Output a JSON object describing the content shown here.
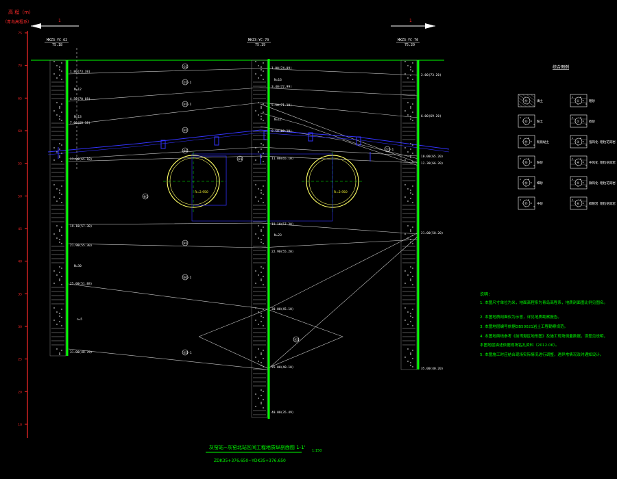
{
  "axis": {
    "title_line1": "高 程（m）",
    "title_line2": "（青岛高程系）",
    "ticks": [
      "75",
      "70",
      "65",
      "60",
      "55",
      "50",
      "45",
      "40",
      "35",
      "30",
      "25",
      "20",
      "10"
    ]
  },
  "section_arrows": [
    "1",
    "1"
  ],
  "boreholes": [
    {
      "name": "MKZ3-YC-62",
      "elev": "75.18",
      "labels": [
        "1.80(73.38)",
        "4.50(70.68)",
        "7.00(68.18)",
        "11.00(65.10)",
        "19.10(57.30)",
        "21.90(55.30)",
        "25.00(51.88)",
        "31.00(48.78)"
      ],
      "notes": [
        "N=12",
        "N=13",
        "N=30",
        "n=5"
      ]
    },
    {
      "name": "MKZ3-YC-70",
      "elev": "75.19",
      "labels": [
        "1.00(74.09)",
        "3.40(72.99)",
        "5.50(71.10)",
        "8.50(68.10)",
        "11.00(65.10)",
        "19.10(57.30)",
        "22.90(55.20)",
        "30.00(45.10)",
        "35.00(40.10)",
        "40.00(35.49)"
      ],
      "notes": [
        "N=16",
        "N=12",
        "N=23"
      ]
    },
    {
      "name": "MKZ3-YC-70",
      "elev": "75.20",
      "labels": [
        "2.00(73.20)",
        "6.00(69.20)",
        "10.00(65.20)",
        "12.30(66.20)",
        "21.00(58.20)",
        "35.00(40.20)"
      ],
      "notes": []
    }
  ],
  "strata": [
    "①1",
    "②1-1",
    "③1-1",
    "⑤1",
    "⑥1",
    "⑥1",
    "⑦1-1",
    "⑧1",
    "⑨1",
    "⑩1-1",
    "⑪1",
    "⑫1-1"
  ],
  "legend": {
    "title": "综合图例",
    "items": [
      {
        "code": "⑫",
        "label": "填土"
      },
      {
        "code": "⑬",
        "label": "粉土"
      },
      {
        "code": "⑭",
        "label": "粉质黏土"
      },
      {
        "code": "⑮",
        "label": "粉砂"
      },
      {
        "code": "⑯",
        "label": "细砂"
      },
      {
        "code": "⑰",
        "label": "中砂"
      },
      {
        "code": "①",
        "label": "粗砂"
      },
      {
        "code": "②",
        "label": "砾砂"
      },
      {
        "code": "③",
        "label": "强风化 粗粒花岗岩"
      },
      {
        "code": "④",
        "label": "中风化 粗粒花岗岩"
      },
      {
        "code": "⑤",
        "label": "微风化 粗粒花岗岩"
      },
      {
        "code": "⑥",
        "label": "碎裂岩 粗粒花岗岩"
      }
    ]
  },
  "notes": {
    "heading": "说明：",
    "lines": [
      "1. 本图尺寸单位为米，地面高程系为青岛高程系，地质剖面图比例见图名。",
      "2. 本图地质剖面仅为示意，详见地质勘察报告。",
      "3. 本图地层编号依据GB50021岩土工程勘察规范。",
      "4. 本图地面线参考《前湾港区地形图》及施工现场测量数据，误差见说明，",
      "   本图地层描述依据现场钻孔资料（2012.06）。",
      "5. 本图施工时应结合现场实际情况进行调整，遇异常情况及时通知设计。"
    ]
  },
  "title": {
    "main": "灰窑站~灰窑北站区间工程地质纵剖面图 1-1'",
    "scale": "1:150",
    "sub": "ZDK35+376.650~YDK35+376.650"
  },
  "colors": {
    "background": "#000000",
    "borehole": "#00ff00",
    "tunnel": "#ffff66",
    "support": "#3333ff",
    "axis": "#ff2a2a"
  }
}
